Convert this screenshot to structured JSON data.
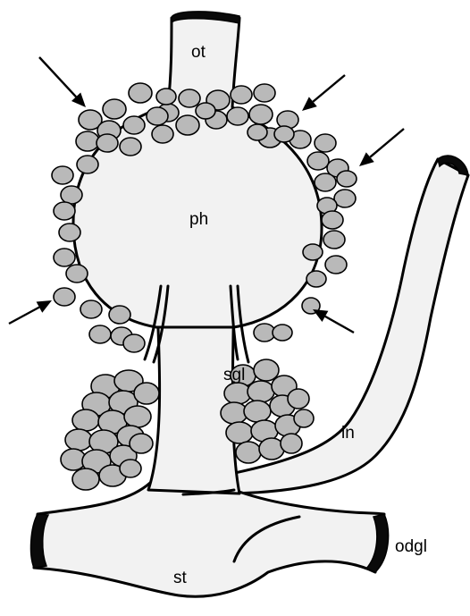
{
  "labels": {
    "ot": "ot",
    "ph": "ph",
    "sgl": "sgl",
    "in": "in",
    "st": "st",
    "odgl": "odgl"
  },
  "colors": {
    "organ_fill": "#f2f2f2",
    "gland_fill": "#b9b9b9",
    "outline": "#000000"
  }
}
